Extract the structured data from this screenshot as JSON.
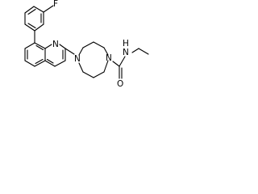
{
  "molecule": {
    "atom_labels": {
      "fluorine": "F",
      "quinoline_nitrogen": "N",
      "piperazine_nitrogen_1": "N",
      "piperazine_nitrogen_4": "N",
      "amide_nitrogen": "N",
      "amide_hydrogen": "H",
      "carbonyl_oxygen": "O"
    },
    "colors": {
      "bond": "#000000",
      "label": "#000000",
      "background": "#ffffff"
    }
  }
}
